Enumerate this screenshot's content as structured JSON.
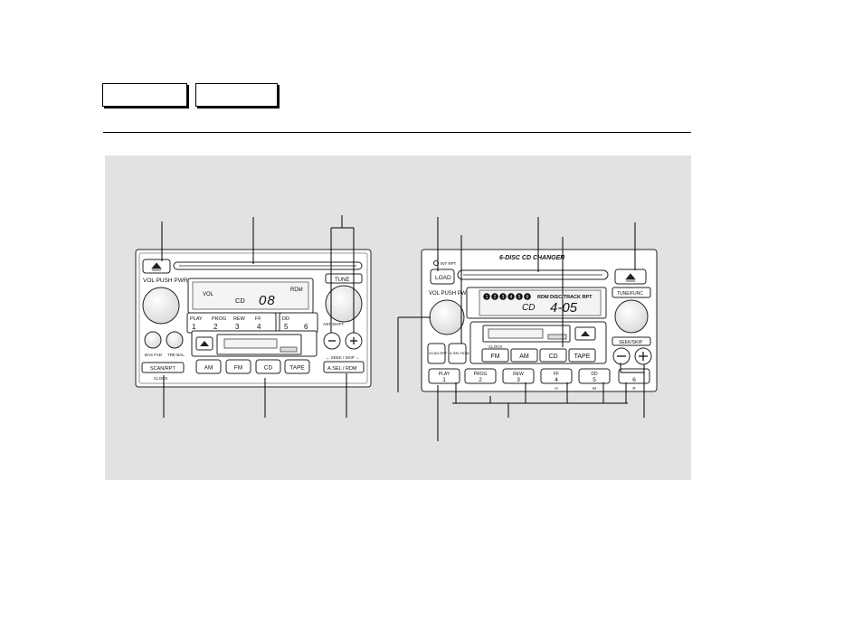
{
  "header": {
    "tabs": [
      "",
      ""
    ]
  },
  "left_unit": {
    "display_vol": "VOL",
    "display_rdm": "RDM",
    "display_cd": "CD",
    "display_track": "08",
    "vol_pwr_label": "VOL PUSH PWR",
    "tune_label": "TUNE",
    "presets": [
      {
        "top": "PLAY",
        "num": "1"
      },
      {
        "top": "PROG",
        "num": "2"
      },
      {
        "top": "REW",
        "num": "3"
      },
      {
        "top": "FF",
        "num": "4"
      },
      {
        "top": "DD",
        "num": "5"
      },
      {
        "top": "",
        "num": "6"
      }
    ],
    "ant_label": "ANT SHIFT",
    "bas_label": "BAS FAD",
    "treb_label": "TRE BAL",
    "scan_rpt_label": "SCAN/RPT",
    "clock_label": "CLOCK",
    "band_buttons": [
      "AM",
      "FM",
      "CD",
      "TAPE"
    ],
    "seek_skip_label": "← SEEK / SKIP →",
    "asel_rdm_label": "A.SEL / RDM"
  },
  "right_unit": {
    "brand_text": "6-DISC CD CHANGER",
    "int_rpt_label": "INT RPT",
    "load_label": "LOAD",
    "vol_pwr_label": "VOL PUSH PW",
    "display_header": "RDM DISC TRACK RPT",
    "display_cd": "CD",
    "display_value": "4-05",
    "disc_indicators": [
      "1",
      "2",
      "3",
      "4",
      "5",
      "6"
    ],
    "tune_label": "TUNE/FUNC",
    "seek_skip_label": "SEEK/SKIP",
    "scan_rpt_label": "SCAN RPT",
    "asel_rdm_label": "A.SEL RDM",
    "clock_label": "CLOCK",
    "band_buttons": [
      "FM",
      "AM",
      "CD",
      "TAPE"
    ],
    "presets": [
      {
        "top": "PLAY",
        "num": "1",
        "sub": ""
      },
      {
        "top": "PROG",
        "num": "2",
        "sub": ""
      },
      {
        "top": "REW",
        "num": "3",
        "sub": ""
      },
      {
        "top": "FF",
        "num": "4",
        "sub": "H"
      },
      {
        "top": "DD",
        "num": "5",
        "sub": "M"
      },
      {
        "top": "",
        "num": "6",
        "sub": "R"
      }
    ]
  }
}
